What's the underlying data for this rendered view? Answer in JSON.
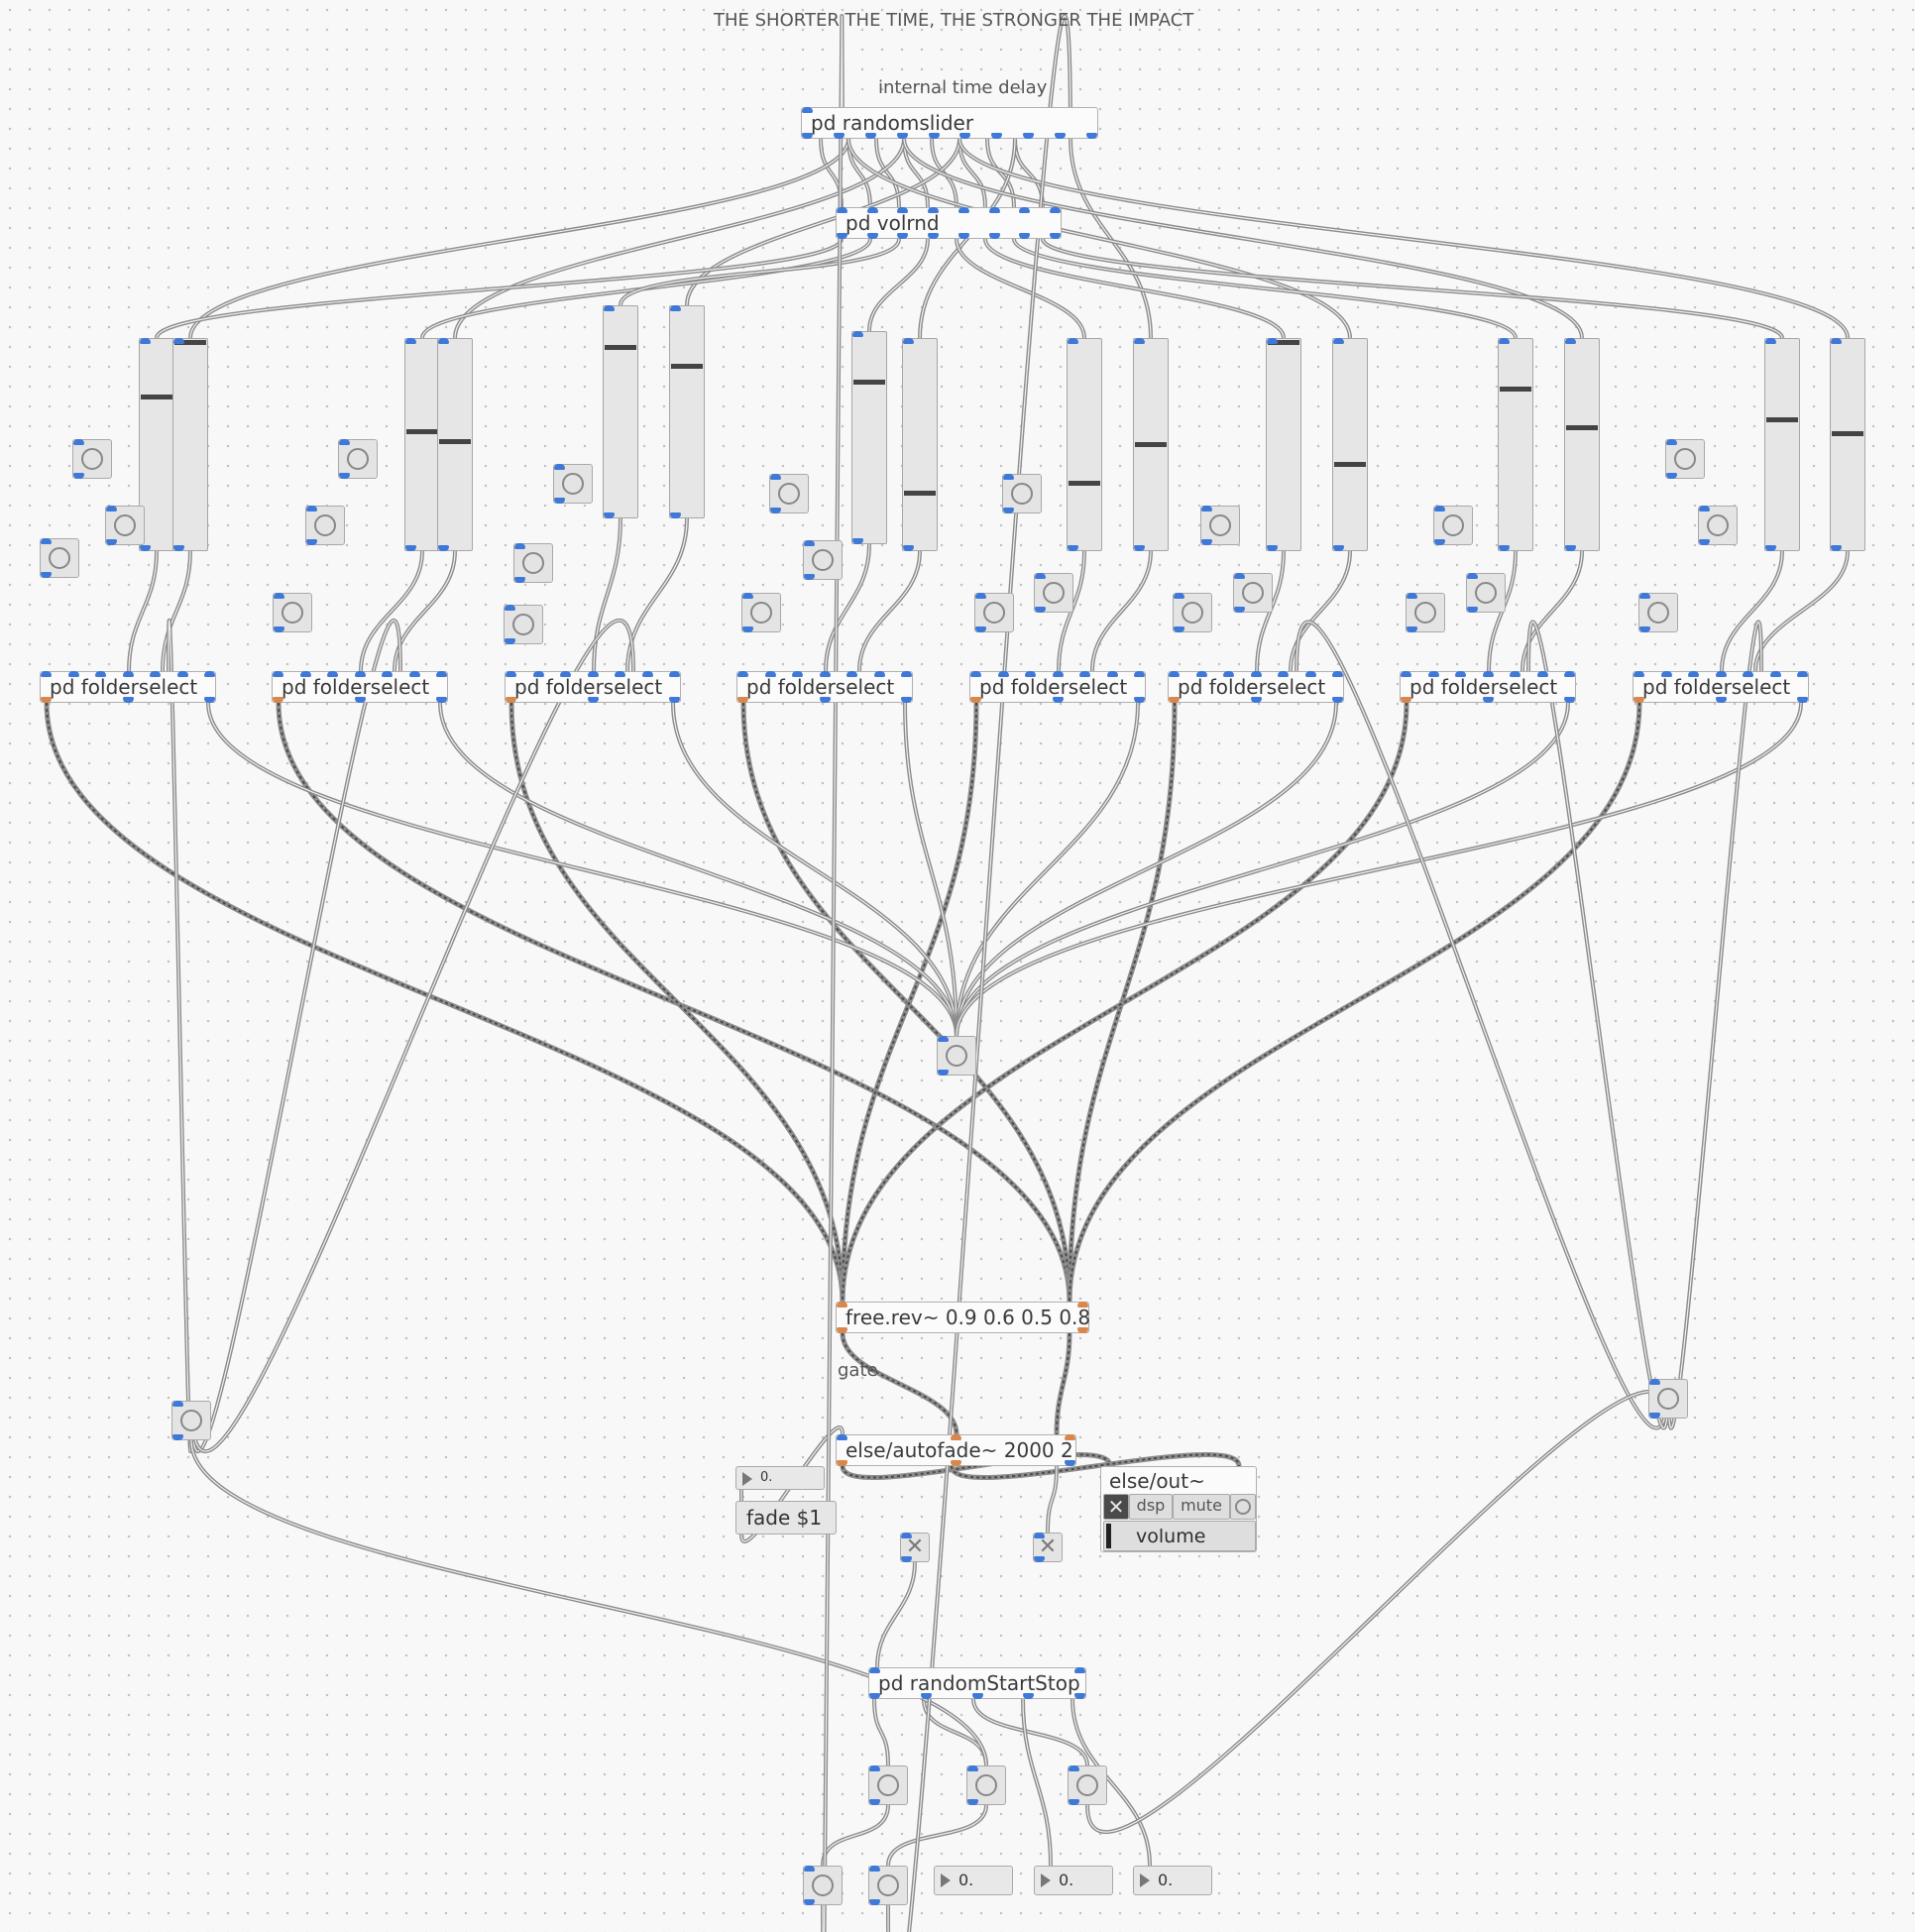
{
  "window": {
    "title": "THE SHORTER THE TIME, THE STRONGER THE IMPACT"
  },
  "comments": {
    "internal_time_delay": "internal time delay",
    "gate": "gate"
  },
  "objects": {
    "randomslider": "pd randomslider",
    "volrnd": "pd volrnd",
    "folderselect": "pd folderselect",
    "freerev": "free.rev~ 0.9 0.6 0.5 0.8",
    "autofade": "else/autofade~ 2000 2",
    "randomstartstop": "pd randomStartStop"
  },
  "out_module": {
    "title": "else/out~",
    "dsp_label": "dsp",
    "mute_label": "mute",
    "volume_label": "volume",
    "x_glyph": "✕"
  },
  "fade_message": "fade $1",
  "number_boxes": {
    "autofade_number": "0.",
    "bottom_1": "0.",
    "bottom_2": "0.",
    "bottom_3": "0."
  },
  "toggle_glyph": "✕",
  "sliders": {
    "levels": [
      0.73,
      1.0,
      0.56,
      0.51,
      0.81,
      0.72,
      0.77,
      0.26,
      0.31,
      0.5,
      1.0,
      0.4,
      0.77,
      0.58,
      0.62,
      0.55
    ]
  },
  "colors": {
    "control_port": "#3e78d8",
    "signal_port": "#d9874a",
    "wire": "#8c8c8c",
    "signal_dash": "#4a4a4a",
    "canvas_bg": "#f8f8f8"
  }
}
